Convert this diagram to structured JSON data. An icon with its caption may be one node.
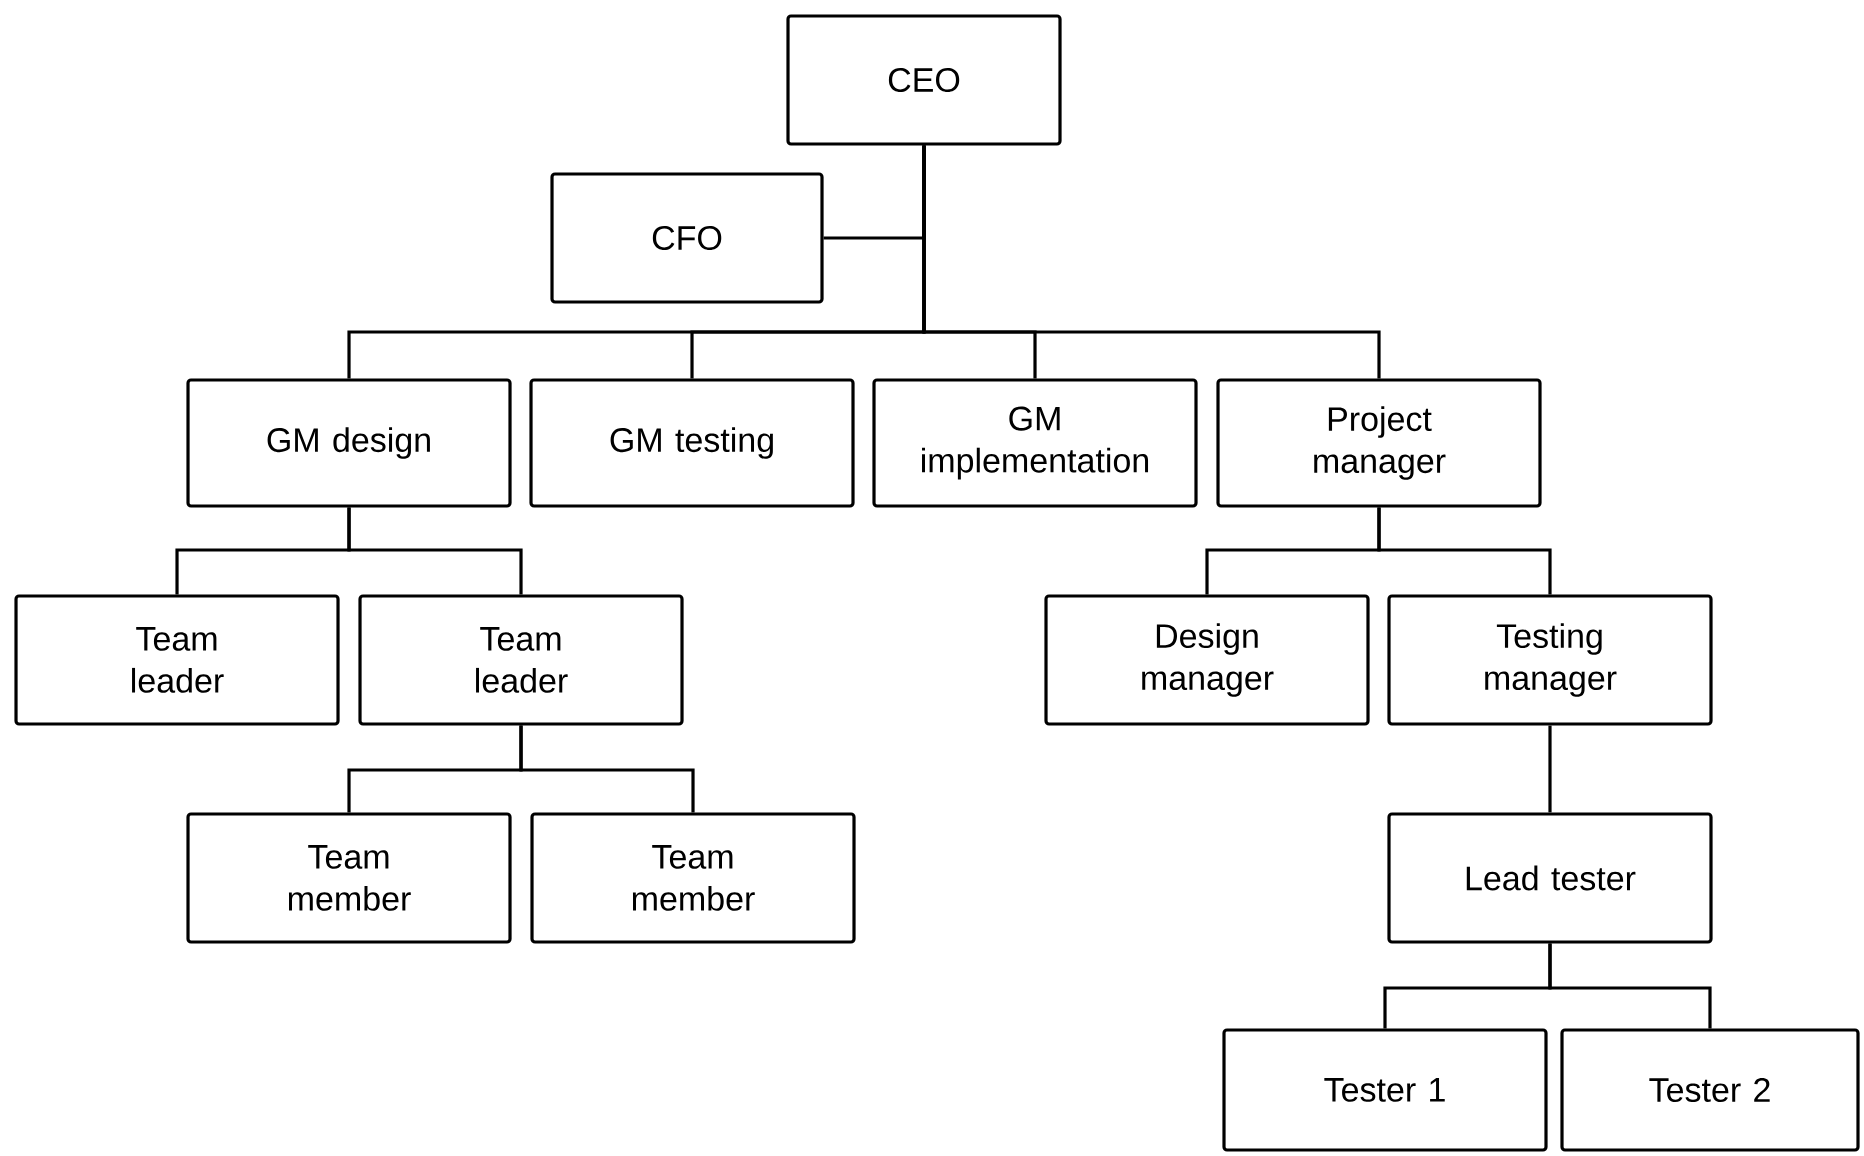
{
  "diagram": {
    "nodes": [
      {
        "text": [
          "CEO"
        ]
      },
      {
        "text": [
          "CFO"
        ]
      },
      {
        "text": [
          "GM design"
        ]
      },
      {
        "text": [
          "GM testing"
        ]
      },
      {
        "text": [
          "GM implementation"
        ]
      },
      {
        "text": [
          "Project manager"
        ]
      },
      {
        "text": [
          "Team leader"
        ]
      },
      {
        "text": [
          "Team leader"
        ]
      },
      {
        "text": [
          "Team member"
        ]
      },
      {
        "text": [
          "Team member"
        ]
      },
      {
        "text": [
          "Design manager"
        ]
      },
      {
        "text": [
          "Testing manager"
        ]
      },
      {
        "text": [
          "Lead tester"
        ]
      },
      {
        "text": [
          "Tester 1"
        ]
      },
      {
        "text": [
          "Tester 2"
        ]
      }
    ],
    "edges": [
      {
        "from": 0,
        "to": 1,
        "arrow": "none"
      },
      {
        "from": 0,
        "to": 2,
        "arrow": "none"
      },
      {
        "from": 0,
        "to": 3,
        "arrow": "none"
      },
      {
        "from": 0,
        "to": 4,
        "arrow": "none"
      },
      {
        "from": 0,
        "to": 5,
        "arrow": "none"
      },
      {
        "from": 2,
        "to": 6,
        "arrow": "none"
      },
      {
        "from": 2,
        "to": 7,
        "arrow": "none"
      },
      {
        "from": 7,
        "to": 8,
        "arrow": "none"
      },
      {
        "from": 7,
        "to": 9,
        "arrow": "none"
      },
      {
        "from": 5,
        "to": 10,
        "arrow": "none"
      },
      {
        "from": 5,
        "to": 11,
        "arrow": "none"
      },
      {
        "from": 11,
        "to": 12,
        "arrow": "none"
      },
      {
        "from": 12,
        "to": 13,
        "arrow": "none"
      },
      {
        "from": 12,
        "to": 14,
        "arrow": "none"
      }
    ]
  }
}
